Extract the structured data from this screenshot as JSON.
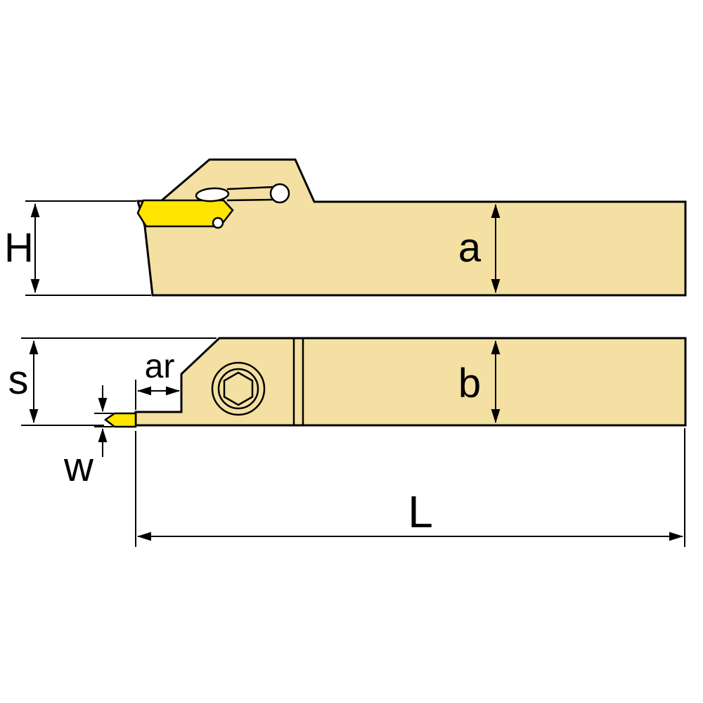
{
  "drawing": {
    "colors": {
      "body_fill": "#F3E0A2",
      "insert_fill": "#FFE500",
      "outline": "#000000",
      "detail_fill": "#FFFFFF",
      "background": "#FFFFFF"
    },
    "dimensions": {
      "H": "H",
      "a": "a",
      "s": "s",
      "ar": "ar",
      "w": "w",
      "b": "b",
      "L": "L"
    }
  }
}
